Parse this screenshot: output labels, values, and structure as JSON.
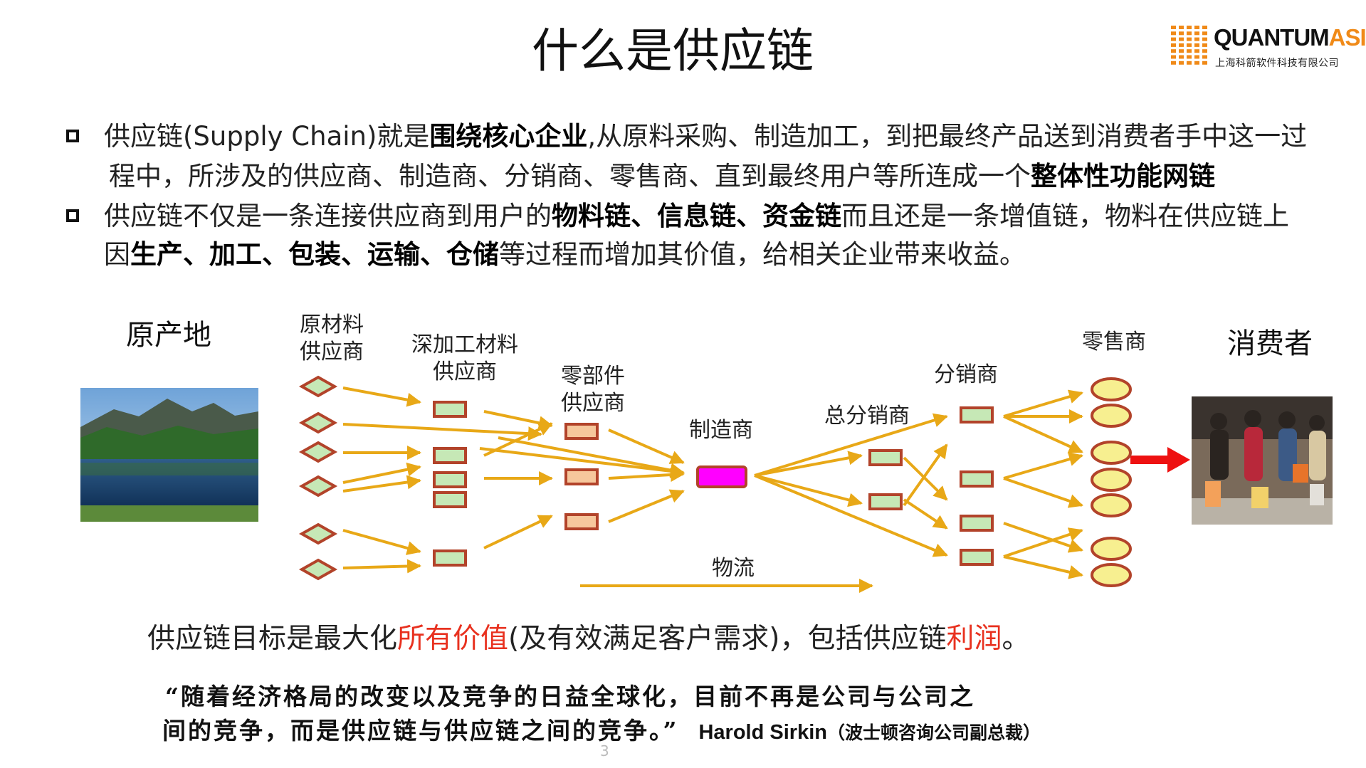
{
  "title": "什么是供应链",
  "logo": {
    "brand_a": "QUANTUM",
    "brand_b": "ASIA",
    "subtitle": "上海科箭软件科技有限公司",
    "colors": {
      "dots": "#f08a18",
      "brand": "#111111",
      "accent": "#f08a18"
    }
  },
  "bullets": [
    {
      "line1": [
        "供应链(Supply Chain)就是",
        "围绕核心企业",
        ",从原料采购、制造加工，到把最终产品送到消费者手中这一过"
      ],
      "line2": [
        "程中，所涉及的供应商、制造商、分销商、零售商、直到最终用户等所连成一个",
        "整体性功能网链"
      ]
    },
    {
      "line1": [
        "供应链不仅是一条连接供应商到用户的",
        "物料链、信息链、资金链",
        "而且还是一条增值链，物料在供应链上"
      ],
      "line2": [
        "因",
        "生产、加工、包装、运输、仓储",
        "等过程而增加其价值，给相关企业带来收益。"
      ]
    }
  ],
  "diagram": {
    "origin": "原产地",
    "consumer": "消费者",
    "raw_supplier": [
      "原材料",
      "供应商"
    ],
    "deep_supplier": [
      "深加工材料",
      "供应商"
    ],
    "parts_supplier": [
      "零部件",
      "供应商"
    ],
    "manufacturer": "制造商",
    "general_distributor": "总分销商",
    "distributor": "分销商",
    "retailer": "零售商",
    "logistics": "物流",
    "colors": {
      "arrow": "#e8a817",
      "node_border": "#b2432a",
      "node_fill": "#c6e8b6",
      "parts_fill": "#f6c79c",
      "manufacturer_fill": "#ff00ff",
      "retailer_fill": "#f7ef90",
      "consumer_arrow": "#ee1111"
    }
  },
  "goal": [
    "供应链目标是最大化",
    "所有价值",
    "(及有效满足客户需求)，包括供应链",
    "利润",
    "。"
  ],
  "quote": {
    "line1": "“随着经济格局的改变以及竞争的日益全球化，目前不再是公司与公司之",
    "line2": "间的竞争，而是供应链与供应链之间的竞争。”",
    "author": "Harold Sirkin",
    "author_title": "（波士顿咨询公司副总裁）"
  },
  "page_number": "3"
}
